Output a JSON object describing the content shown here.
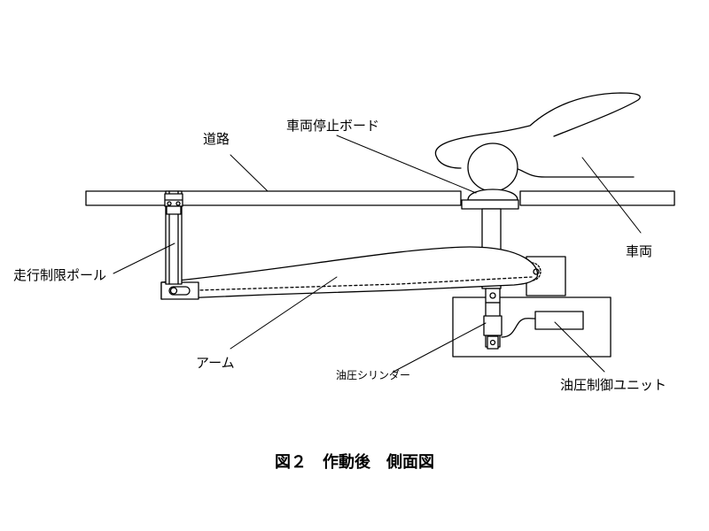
{
  "labels": {
    "road": "道路",
    "stop_board": "車両停止ボード",
    "vehicle": "車両",
    "pole": "走行制限ポール",
    "arm": "アーム",
    "cylinder": "油圧シリンダー",
    "control_unit": "油圧制御ユニット"
  },
  "caption": "図２　作動後　側面図"
}
